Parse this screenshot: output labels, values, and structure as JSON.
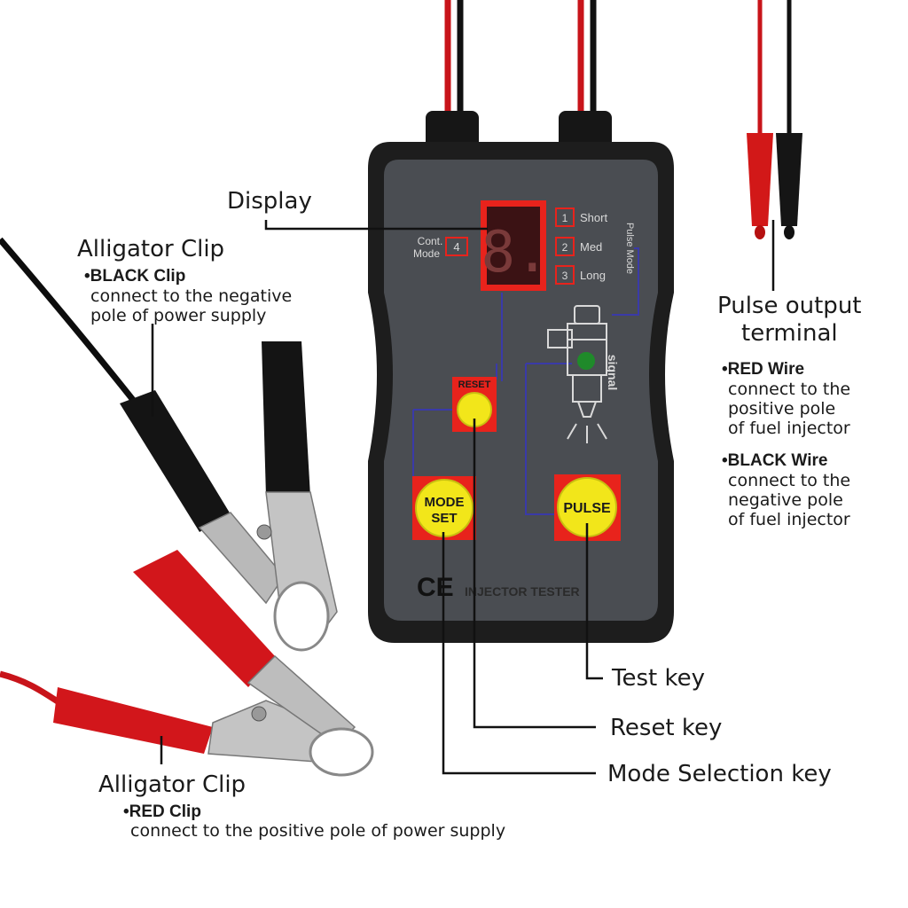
{
  "device": {
    "reset_label": "RESET",
    "mode_label_1": "MODE",
    "mode_label_2": "SET",
    "pulse_label": "PULSE",
    "cont_label_1": "Cont.",
    "cont_label_2": "Mode",
    "cont_num": "4",
    "modes": [
      {
        "num": "1",
        "name": "Short"
      },
      {
        "num": "2",
        "name": "Med"
      },
      {
        "num": "3",
        "name": "Long"
      }
    ],
    "pulse_mode_label": "Pulse Mode",
    "signal_label": "signal",
    "ce_mark": "CE",
    "brand_label": "INJECTOR TESTER",
    "display_digit": "8."
  },
  "callouts": {
    "display": "Display",
    "alligator_top": {
      "title": "Alligator Clip",
      "bullet": "•BLACK Clip",
      "line1": "connect to the negative",
      "line2": "pole of power supply"
    },
    "pulse_output": {
      "title1": "Pulse output",
      "title2": "terminal",
      "red_bullet": "•RED Wire",
      "red_l1": "connect to the",
      "red_l2": "positive pole",
      "red_l3": "of fuel injector",
      "black_bullet": "•BLACK Wire",
      "black_l1": "connect to the",
      "black_l2": "negative pole",
      "black_l3": "of fuel injector"
    },
    "test_key": "Test key",
    "reset_key": "Reset key",
    "mode_key": "Mode Selection key",
    "alligator_bottom": {
      "title": "Alligator Clip",
      "bullet": "•RED Clip",
      "line1": "connect to the positive pole of power supply"
    }
  },
  "colors": {
    "panel": "#4a4d52",
    "housing": "#1c1c1c",
    "accent_red": "#e8231c",
    "button_yellow": "#f2e61a",
    "wire_red": "#d0141a",
    "trace_blue": "#3a3aa8"
  }
}
